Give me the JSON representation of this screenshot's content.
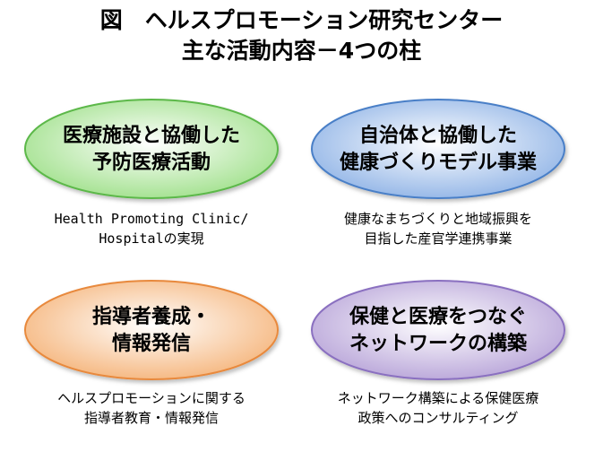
{
  "title": {
    "line1": "図　ヘルスプロモーション研究センター",
    "line2": "主な活動内容－4つの柱"
  },
  "pillars": [
    {
      "label_line1": "医療施設と協働した",
      "label_line2": "予防医療活動",
      "desc_line1": "Health Promoting Clinic/",
      "desc_line2": "Hospitalの実現",
      "color_center": "#ffffff",
      "color_edge": "#9fe08a",
      "stroke": "#5cb84a"
    },
    {
      "label_line1": "自治体と協働した",
      "label_line2": "健康づくりモデル事業",
      "desc_line1": "健康なまちづくりと地域振興を",
      "desc_line2": "目指した産官学連携事業",
      "color_center": "#ffffff",
      "color_edge": "#8fb3e6",
      "stroke": "#4a7fc7"
    },
    {
      "label_line1": "指導者養成・",
      "label_line2": "情報発信",
      "desc_line1": "ヘルスプロモーションに関する",
      "desc_line2": "指導者教育・情報発信",
      "color_center": "#ffffff",
      "color_edge": "#f5b47a",
      "stroke": "#e8893c"
    },
    {
      "label_line1": "保健と医療をつなぐ",
      "label_line2": "ネットワークの構築",
      "desc_line1": "ネットワーク構築による保健医療",
      "desc_line2": "政策へのコンサルティング",
      "color_center": "#ffffff",
      "color_edge": "#b7a3d8",
      "stroke": "#8a6fc0"
    }
  ]
}
